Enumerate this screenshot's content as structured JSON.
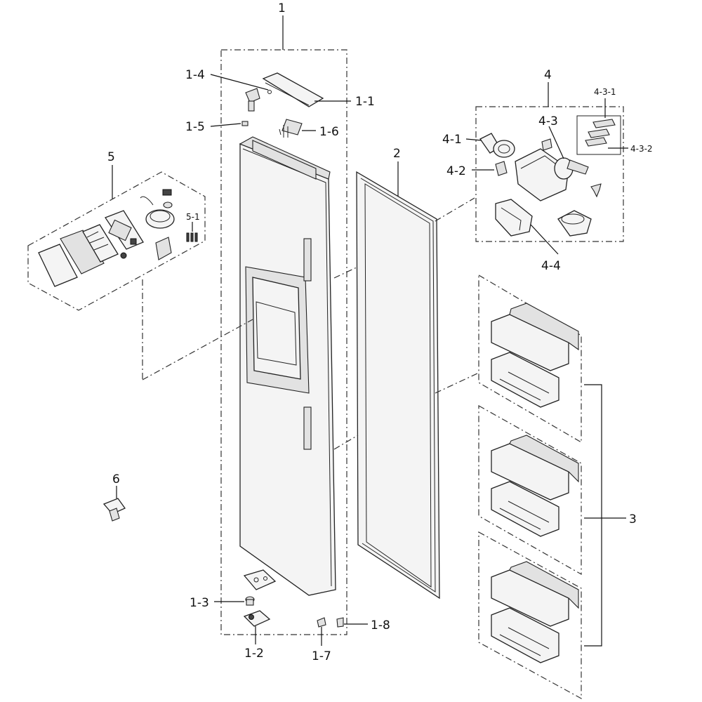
{
  "labels": {
    "p1": "1",
    "p1_1": "1-1",
    "p1_2": "1-2",
    "p1_3": "1-3",
    "p1_4": "1-4",
    "p1_5": "1-5",
    "p1_6": "1-6",
    "p1_7": "1-7",
    "p1_8": "1-8",
    "p2": "2",
    "p3": "3",
    "p4": "4",
    "p4_1": "4-1",
    "p4_2": "4-2",
    "p4_3": "4-3",
    "p4_3_1": "4-3-1",
    "p4_3_2": "4-3-2",
    "p4_4": "4-4",
    "p5": "5",
    "p5_1": "5-1",
    "p6": "6"
  },
  "colors": {
    "line": "#222222",
    "background": "#ffffff"
  }
}
